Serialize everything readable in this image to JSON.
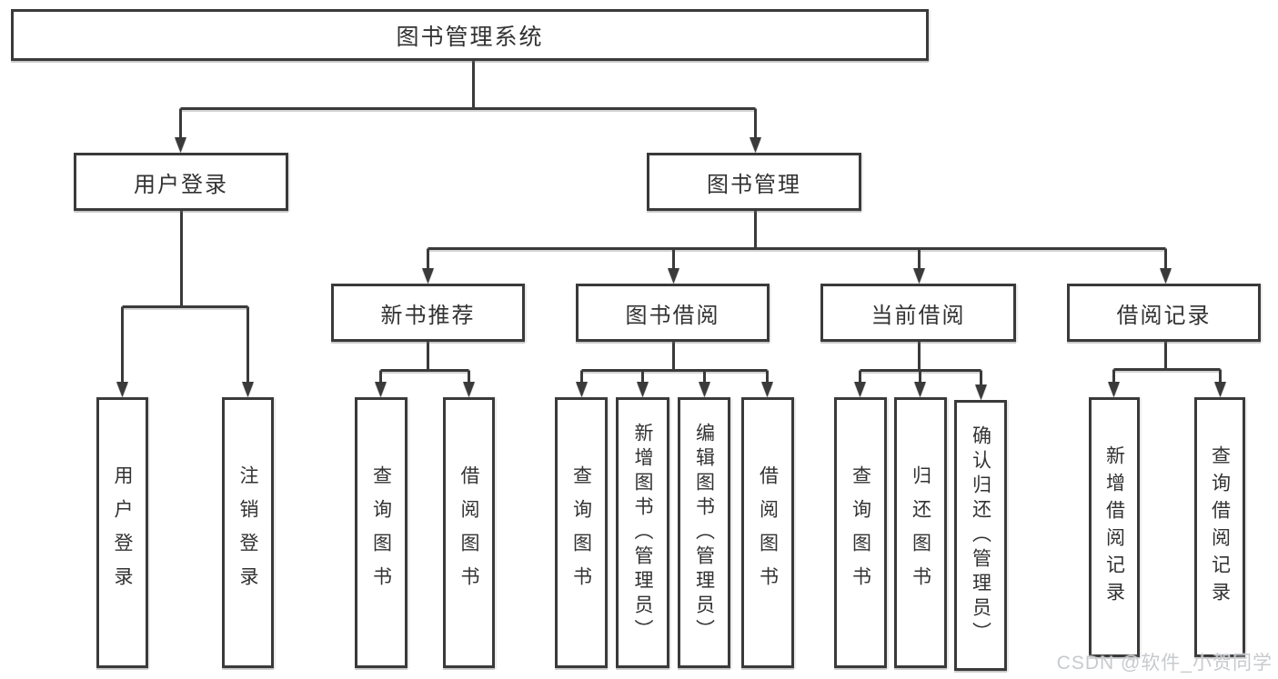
{
  "diagram": {
    "root": {
      "label": "图书管理系统"
    },
    "user_login": {
      "label": "用户登录",
      "children": {
        "login": {
          "label": "用户登录"
        },
        "logout": {
          "label": "注销登录"
        }
      }
    },
    "book_management": {
      "label": "图书管理",
      "children": {
        "new_book_recommendation": {
          "label": "新书推荐",
          "children": {
            "query_books": {
              "label": "查询图书"
            },
            "borrow_books": {
              "label": "借阅图书"
            }
          }
        },
        "book_borrowing": {
          "label": "图书借阅",
          "children": {
            "query_books": {
              "label": "查询图书"
            },
            "add_books_admin": {
              "label": "新增图书（管理员）"
            },
            "edit_books_admin": {
              "label": "编辑图书（管理员）"
            },
            "borrow_books": {
              "label": "借阅图书"
            }
          }
        },
        "current_borrowing": {
          "label": "当前借阅",
          "children": {
            "query_books": {
              "label": "查询图书"
            },
            "return_books": {
              "label": "归还图书"
            },
            "confirm_return_admin": {
              "label": "确认归还（管理员）"
            }
          }
        },
        "borrowing_records": {
          "label": "借阅记录",
          "children": {
            "add_borrow_record": {
              "label": "新增借阅记录"
            },
            "query_borrow_record": {
              "label": "查询借阅记录"
            }
          }
        }
      }
    }
  },
  "watermark": {
    "text": "CSDN @软件_小贺同学"
  },
  "colors": {
    "line": "#3a3a3a",
    "text": "#323232",
    "watermark": "#c7cace",
    "background": "#ffffff"
  }
}
